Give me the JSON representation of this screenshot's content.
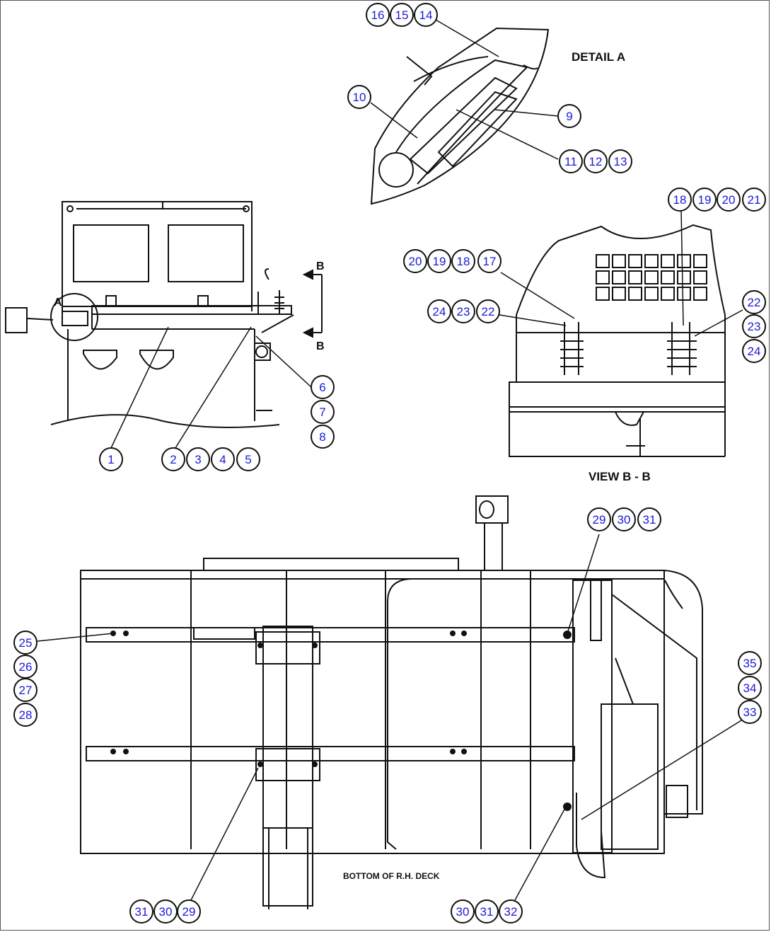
{
  "titles": {
    "detail_a": "DETAIL A",
    "view_bb": "VIEW B - B",
    "bottom_deck": "BOTTOM OF R.H. DECK",
    "section_letter_top": "B",
    "section_letter_bottom": "B",
    "detail_marker": "A"
  },
  "callouts": [
    {
      "id": "c16a",
      "text": "16"
    },
    {
      "id": "c15a",
      "text": "15"
    },
    {
      "id": "c14a",
      "text": "14"
    },
    {
      "id": "c10",
      "text": "10"
    },
    {
      "id": "c9",
      "text": "9"
    },
    {
      "id": "c11",
      "text": "11"
    },
    {
      "id": "c12",
      "text": "12"
    },
    {
      "id": "c13",
      "text": "13"
    },
    {
      "id": "c18a",
      "text": "18"
    },
    {
      "id": "c19a",
      "text": "19"
    },
    {
      "id": "c20a",
      "text": "20"
    },
    {
      "id": "c21",
      "text": "21"
    },
    {
      "id": "c20b",
      "text": "20"
    },
    {
      "id": "c19b",
      "text": "19"
    },
    {
      "id": "c18b",
      "text": "18"
    },
    {
      "id": "c17",
      "text": "17"
    },
    {
      "id": "c24a",
      "text": "24"
    },
    {
      "id": "c23a",
      "text": "23"
    },
    {
      "id": "c22a",
      "text": "22"
    },
    {
      "id": "c22b",
      "text": "22"
    },
    {
      "id": "c23b",
      "text": "23"
    },
    {
      "id": "c24b",
      "text": "24"
    },
    {
      "id": "c6",
      "text": "6"
    },
    {
      "id": "c7",
      "text": "7"
    },
    {
      "id": "c8",
      "text": "8"
    },
    {
      "id": "c1",
      "text": "1"
    },
    {
      "id": "c2",
      "text": "2"
    },
    {
      "id": "c3",
      "text": "3"
    },
    {
      "id": "c4",
      "text": "4"
    },
    {
      "id": "c5",
      "text": "5"
    },
    {
      "id": "c29a",
      "text": "29"
    },
    {
      "id": "c30a",
      "text": "30"
    },
    {
      "id": "c31a",
      "text": "31"
    },
    {
      "id": "c25",
      "text": "25"
    },
    {
      "id": "c26",
      "text": "26"
    },
    {
      "id": "c27",
      "text": "27"
    },
    {
      "id": "c28",
      "text": "28"
    },
    {
      "id": "c35",
      "text": "35"
    },
    {
      "id": "c34",
      "text": "34"
    },
    {
      "id": "c33",
      "text": "33"
    },
    {
      "id": "c31b",
      "text": "31"
    },
    {
      "id": "c30b",
      "text": "30"
    },
    {
      "id": "c29b",
      "text": "29"
    },
    {
      "id": "c30c",
      "text": "30"
    },
    {
      "id": "c31c",
      "text": "31"
    },
    {
      "id": "c32",
      "text": "32"
    }
  ],
  "colors": {
    "callout_text": "#1a1ad6",
    "line": "#111111",
    "background": "#ffffff"
  }
}
